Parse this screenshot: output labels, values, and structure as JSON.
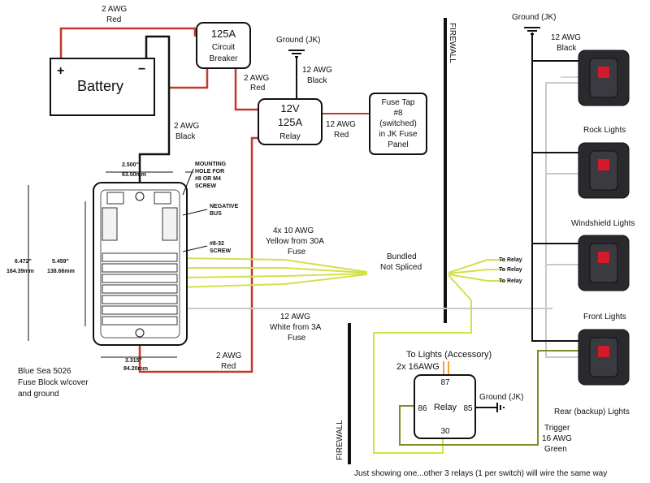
{
  "colors": {
    "red_wire": "#c0392b",
    "black_wire": "#111111",
    "yellow_wire": "#d4e04a",
    "white_wire": "#c9c9c9",
    "green_wire": "#7a8f2a",
    "orange_wire": "#f0a040",
    "switch_red": "#d11a2a"
  },
  "battery": {
    "label": "Battery",
    "plus": "+",
    "minus": "−"
  },
  "wires": {
    "batt_red": {
      "gauge": "2 AWG",
      "color": "Red"
    },
    "batt_black": {
      "gauge": "2 AWG",
      "color": "Black"
    },
    "cb_to_relay": {
      "gauge": "2 AWG",
      "color": "Red"
    },
    "relay_ground": {
      "gauge": "12 AWG",
      "color": "Black"
    },
    "relay_fuse_tap": {
      "gauge": "12 AWG",
      "color": "Red"
    },
    "fuse_block_red": {
      "gauge": "2 AWG",
      "color": "Red"
    },
    "switch_ground": {
      "gauge": "12 AWG",
      "color": "Black"
    },
    "yellow_bundle": {
      "line1": "4x 10 AWG",
      "line2": "Yellow from 30A",
      "line3": "Fuse"
    },
    "white_bundle": {
      "line1": "12 AWG",
      "line2": "White from 3A",
      "line3": "Fuse"
    },
    "lights_out": {
      "line1": "To Lights (Accessory)",
      "line2": "2x 16AWG"
    },
    "trigger": {
      "line1": "Trigger",
      "line2": "16 AWG",
      "line3": "Green"
    }
  },
  "circuit_breaker": {
    "line1": "125A",
    "line2": "Circuit",
    "line3": "Breaker"
  },
  "main_relay": {
    "line1": "12V",
    "line2": "125A",
    "line3": "Relay"
  },
  "fuse_tap": {
    "line1": "Fuse Tap",
    "line2": "#8",
    "line3": "(switched)",
    "line4": "in JK Fuse",
    "line5": "Panel"
  },
  "grounds": {
    "relay": "Ground (JK)",
    "switches": "Ground (JK)",
    "small_relay": "Ground (JK)"
  },
  "firewall": {
    "top": "FIREWALL",
    "bottom": "FIREWALL"
  },
  "fuse_block": {
    "dim_top_in": "2.500\"",
    "dim_top_mm": "63.50mm",
    "dim_left_in": "6.472\"",
    "dim_left_mm": "164.39mm",
    "dim_inner_in": "5.459\"",
    "dim_inner_mm": "138.66mm",
    "dim_bottom_in": "3.315\"",
    "dim_bottom_mm": "84.20mm",
    "note_hole_1": "MOUNTING",
    "note_hole_2": "HOLE FOR",
    "note_hole_3": "#8 OR M4",
    "note_hole_4": "SCREW",
    "note_bus_1": "NEGATIVE",
    "note_bus_2": "BUS",
    "note_screw_1": "#8-32",
    "note_screw_2": "SCREW",
    "caption_1": "Blue Sea 5026",
    "caption_2": "Fuse Block w/cover",
    "caption_3": "and ground"
  },
  "bundle": {
    "line1": "Bundled",
    "line2": "Not Spliced"
  },
  "to_relay": [
    "To Relay",
    "To Relay",
    "To Relay"
  ],
  "small_relay": {
    "label": "Relay",
    "pin87": "87",
    "pin86": "86",
    "pin85": "85",
    "pin30": "30"
  },
  "switches": [
    {
      "label": "Rock Lights"
    },
    {
      "label": "Windshield Lights"
    },
    {
      "label": "Front Lights"
    },
    {
      "label": "Rear (backup) Lights"
    }
  ],
  "footer_note": "Just showing one...other 3 relays (1 per switch) will  wire the same way"
}
